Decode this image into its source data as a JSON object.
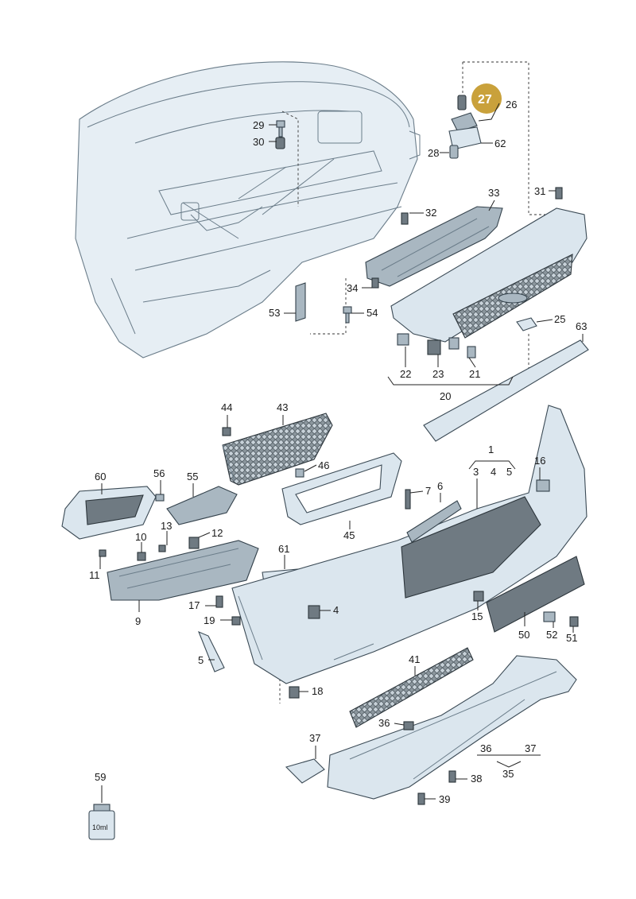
{
  "callouts": [
    {
      "id": "c29",
      "label": "29"
    },
    {
      "id": "c30",
      "label": "30"
    },
    {
      "id": "c27",
      "label": "27"
    },
    {
      "id": "c26",
      "label": "26"
    },
    {
      "id": "c28",
      "label": "28"
    },
    {
      "id": "c62",
      "label": "62"
    },
    {
      "id": "c31",
      "label": "31"
    },
    {
      "id": "c32",
      "label": "32"
    },
    {
      "id": "c33",
      "label": "33"
    },
    {
      "id": "c34",
      "label": "34"
    },
    {
      "id": "c54",
      "label": "54"
    },
    {
      "id": "c53",
      "label": "53"
    },
    {
      "id": "c25",
      "label": "25"
    },
    {
      "id": "c63",
      "label": "63"
    },
    {
      "id": "c22",
      "label": "22"
    },
    {
      "id": "c23",
      "label": "23"
    },
    {
      "id": "c21",
      "label": "21"
    },
    {
      "id": "c20",
      "label": "20"
    },
    {
      "id": "c44",
      "label": "44"
    },
    {
      "id": "c43",
      "label": "43"
    },
    {
      "id": "c46",
      "label": "46"
    },
    {
      "id": "c45",
      "label": "45"
    },
    {
      "id": "c60",
      "label": "60"
    },
    {
      "id": "c56",
      "label": "56"
    },
    {
      "id": "c55",
      "label": "55"
    },
    {
      "id": "c1",
      "label": "1"
    },
    {
      "id": "c3",
      "label": "3"
    },
    {
      "id": "c4a",
      "label": "4"
    },
    {
      "id": "c5a",
      "label": "5"
    },
    {
      "id": "c16",
      "label": "16"
    },
    {
      "id": "c7",
      "label": "7"
    },
    {
      "id": "c6",
      "label": "6"
    },
    {
      "id": "c13",
      "label": "13"
    },
    {
      "id": "c12",
      "label": "12"
    },
    {
      "id": "c10",
      "label": "10"
    },
    {
      "id": "c11",
      "label": "11"
    },
    {
      "id": "c9",
      "label": "9"
    },
    {
      "id": "c61",
      "label": "61"
    },
    {
      "id": "c17",
      "label": "17"
    },
    {
      "id": "c19",
      "label": "19"
    },
    {
      "id": "c4b",
      "label": "4"
    },
    {
      "id": "c15",
      "label": "15"
    },
    {
      "id": "c50",
      "label": "50"
    },
    {
      "id": "c52",
      "label": "52"
    },
    {
      "id": "c51",
      "label": "51"
    },
    {
      "id": "c5b",
      "label": "5"
    },
    {
      "id": "c18",
      "label": "18"
    },
    {
      "id": "c41",
      "label": "41"
    },
    {
      "id": "c36a",
      "label": "36"
    },
    {
      "id": "c37a",
      "label": "37"
    },
    {
      "id": "c36b",
      "label": "36"
    },
    {
      "id": "c37b",
      "label": "37"
    },
    {
      "id": "c35",
      "label": "35"
    },
    {
      "id": "c38",
      "label": "38"
    },
    {
      "id": "c39",
      "label": "39"
    },
    {
      "id": "c59",
      "label": "59"
    }
  ],
  "bottle_label": "10ml",
  "colors": {
    "highlight_badge": "#c9a13b",
    "part_light": "#dbe6ee",
    "part_dark": "#6f7a82",
    "line": "#222222"
  }
}
